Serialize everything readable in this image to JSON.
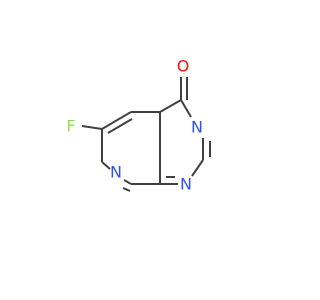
{
  "molecule": {
    "atoms": {
      "oxygen": {
        "label": "O",
        "color": "#ff0d0d"
      },
      "fluorine": {
        "label": "F",
        "color": "#90e050"
      },
      "n3": {
        "label": "N",
        "color": "#3050f8"
      },
      "n1": {
        "label": "N",
        "color": "#3050f8"
      },
      "n7": {
        "label": "N",
        "color": "#3050f8"
      }
    },
    "bond_color": "#404040"
  }
}
